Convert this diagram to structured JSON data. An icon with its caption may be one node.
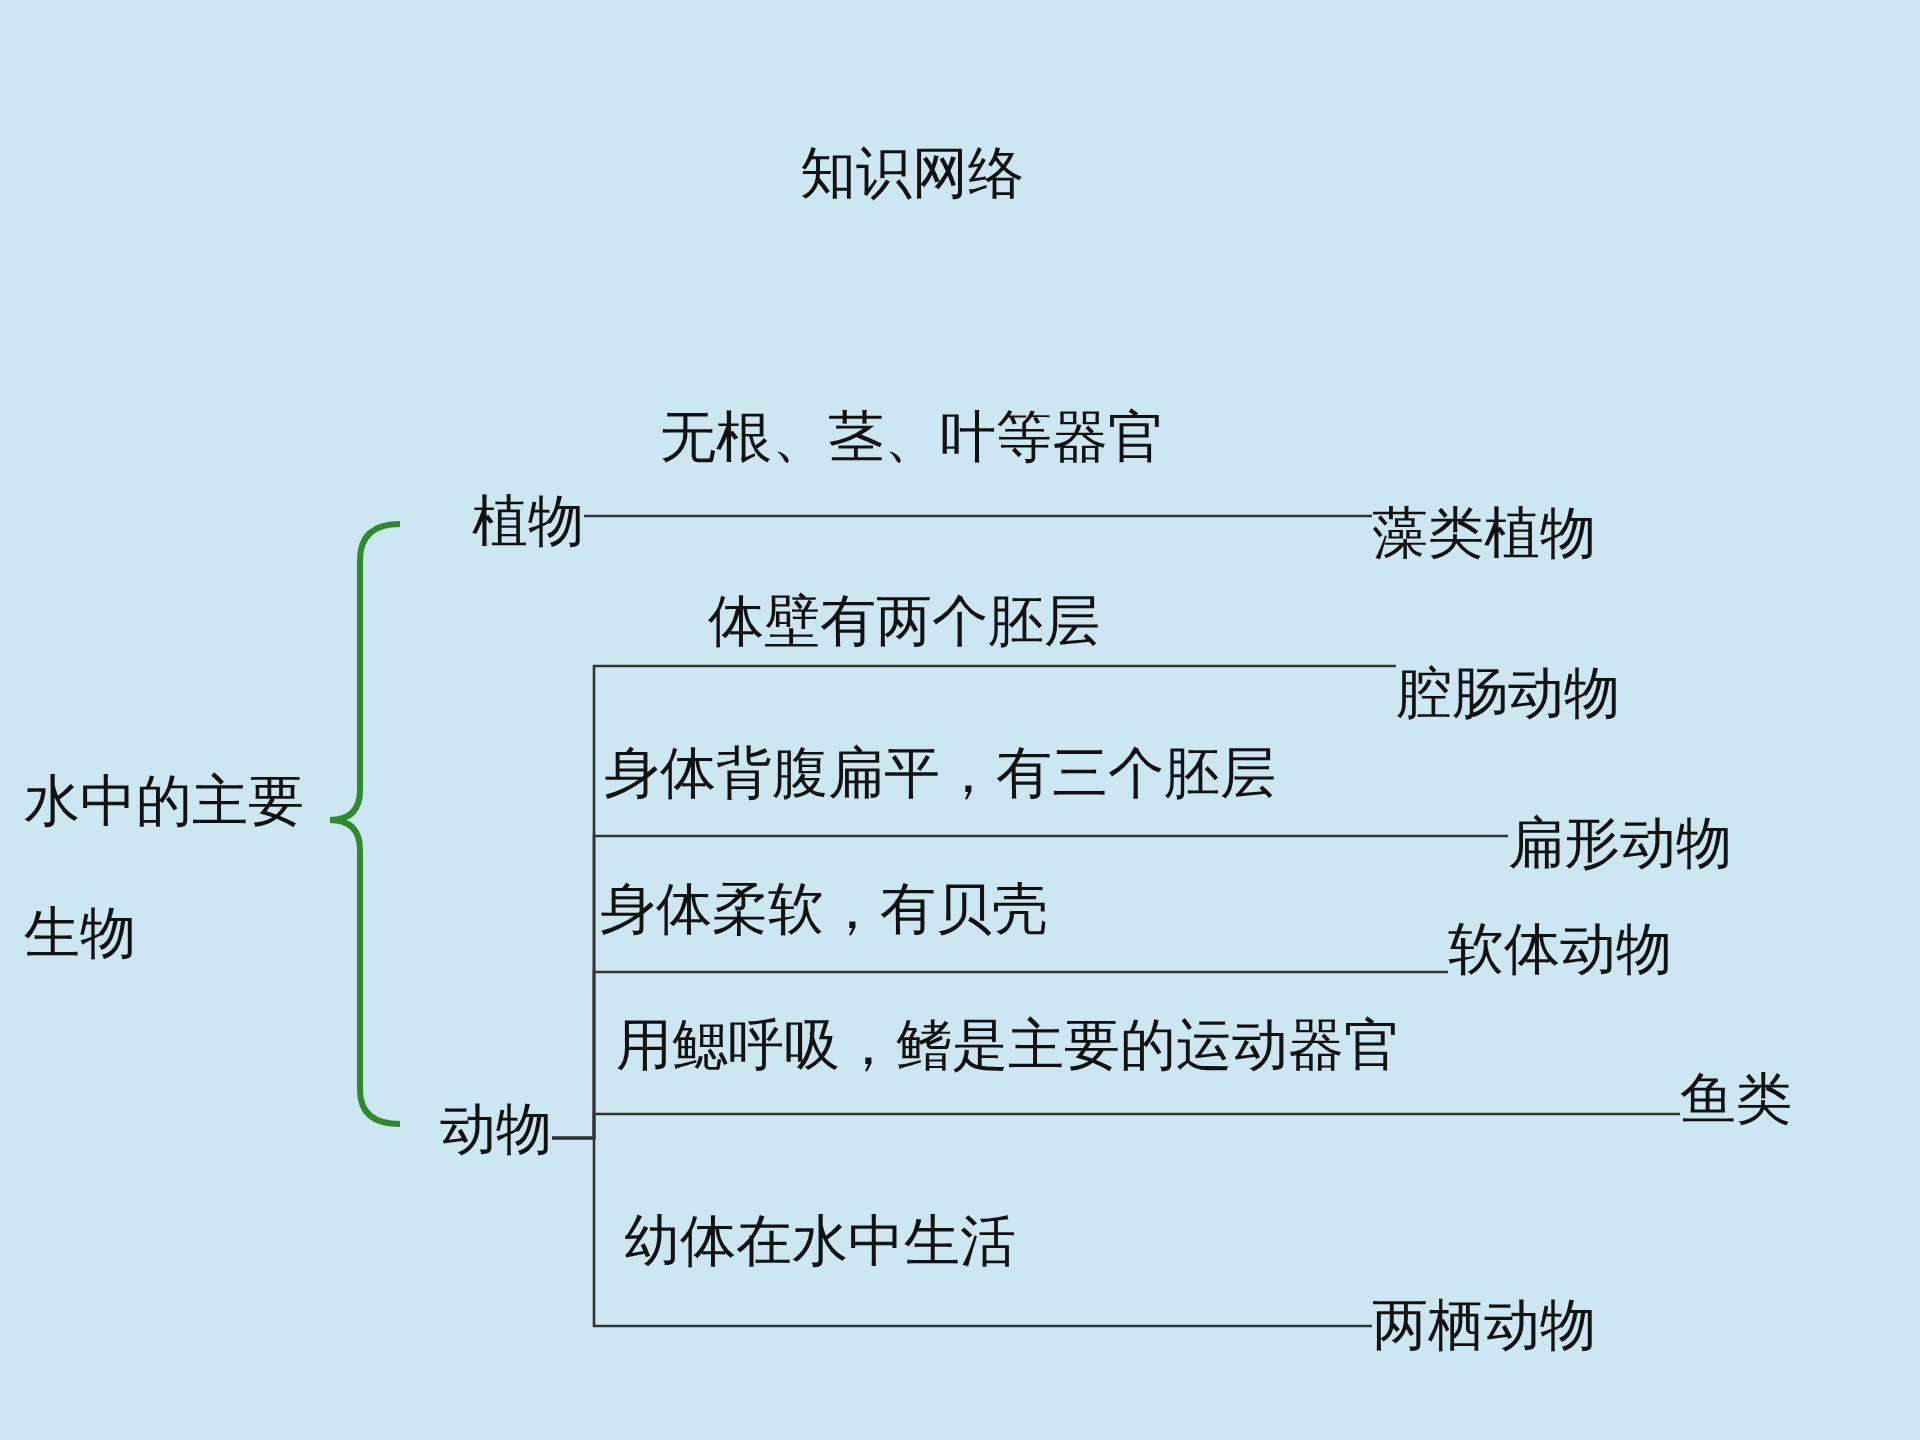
{
  "diagram": {
    "title": "知识网络",
    "nodes": [
      {
        "text": [
          "水中的主要生物"
        ]
      },
      {
        "text": [
          "植物"
        ]
      },
      {
        "text": [
          "动物"
        ]
      },
      {
        "text": [
          "藻类植物"
        ]
      },
      {
        "text": [
          "腔肠动物"
        ]
      },
      {
        "text": [
          "扁形动物"
        ]
      },
      {
        "text": [
          "软体动物"
        ]
      },
      {
        "text": [
          "鱼类"
        ]
      },
      {
        "text": [
          "两栖动物"
        ]
      }
    ],
    "edges": [
      {
        "from": 1,
        "to": 3,
        "arrow": "none",
        "label": "无根、茎、叶等器官"
      },
      {
        "from": 2,
        "to": 4,
        "arrow": "none",
        "label": "体壁有两个胚层"
      },
      {
        "from": 2,
        "to": 5,
        "arrow": "none",
        "label": "身体背腹扁平，有三个胚层"
      },
      {
        "from": 2,
        "to": 6,
        "arrow": "none",
        "label": "身体柔软，有贝壳"
      },
      {
        "from": 2,
        "to": 7,
        "arrow": "none",
        "label": "用鳃呼吸，鳍是主要的运动器官"
      },
      {
        "from": 2,
        "to": 8,
        "arrow": "none",
        "label": "幼体在水中生活"
      }
    ]
  }
}
